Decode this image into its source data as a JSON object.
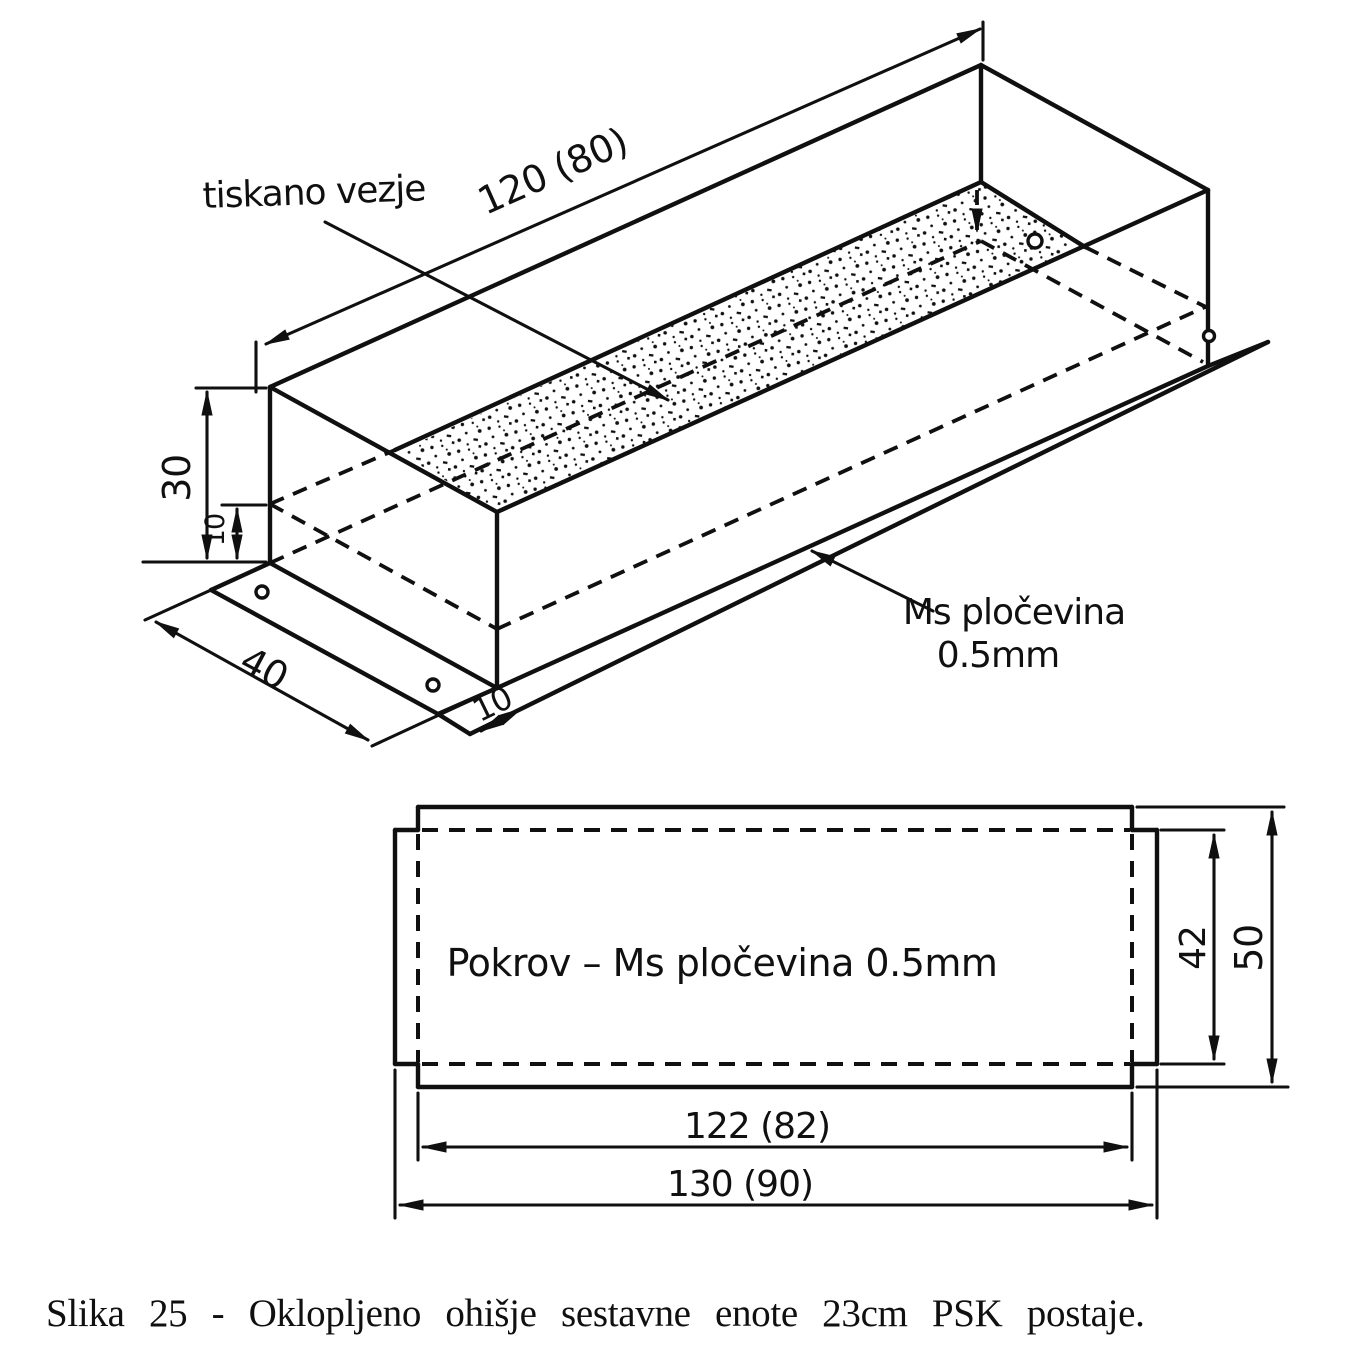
{
  "figure": {
    "caption": "Slika 25 - Oklopljeno ohišje sestavne enote 23cm PSK postaje.",
    "iso_view": {
      "pcb_label": "tiskano vezje",
      "material_label_line1": "Ms pločevina",
      "material_label_line2": "0.5mm",
      "dimensions": {
        "length": "120 (80)",
        "height": "30",
        "pcb_offset": "10",
        "width": "40",
        "flange": "10"
      }
    },
    "flat_view": {
      "title": "Pokrov – Ms pločevina 0.5mm",
      "dimensions": {
        "inner_width": "122 (82)",
        "outer_width": "130 (90)",
        "inner_height": "42",
        "outer_height": "50"
      }
    },
    "colors": {
      "ink": "#101010",
      "paper": "#ffffff"
    }
  }
}
